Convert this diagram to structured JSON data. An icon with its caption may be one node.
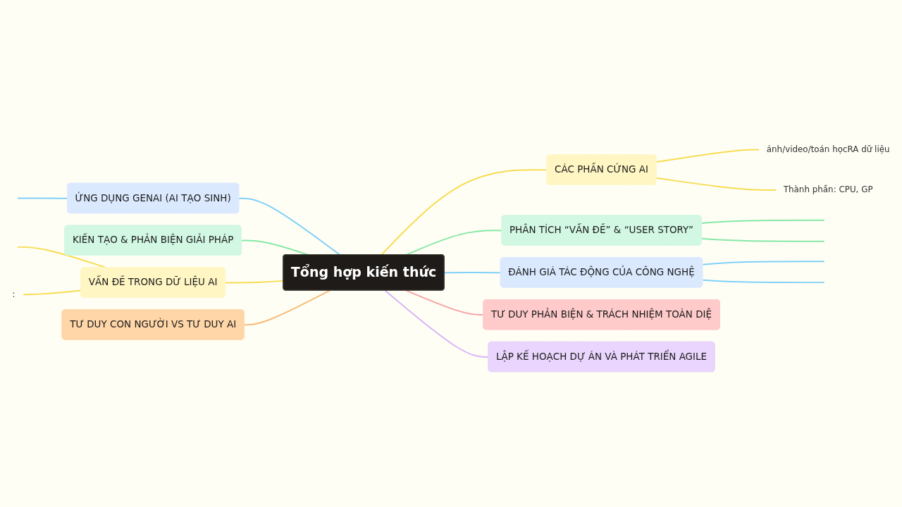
{
  "diagram": {
    "nodes": [
      {
        "text": [
          "Tổng hợp kiến thức"
        ]
      },
      {
        "text": [
          "CÁC PHẦN CỨNG AI"
        ]
      },
      {
        "text": [
          "ảnh/video/toán họcRA dữ liệu"
        ]
      },
      {
        "text": [
          "Thành phần: CPU, GP"
        ]
      },
      {
        "text": [
          "PHÂN TÍCH “VẤN ĐỀ” & “USER STORY”"
        ]
      },
      {
        "text": [
          "ĐÁNH GIÁ TÁC ĐỘNG CỦA CÔNG NGHỆ"
        ]
      },
      {
        "text": [
          "TƯ DUY PHẢN BIỆN & TRÁCH NHIỆM TOÀN DIỆ"
        ]
      },
      {
        "text": [
          "LẬP KẾ HOẠCH DỰ ÁN VÀ PHÁT TRIỂN AGILE"
        ]
      },
      {
        "text": [
          "ỨNG DỤNG GENAI (AI TẠO SINH)"
        ]
      },
      {
        "text": [
          "KIẾN TẠO & PHẢN BIỆN GIẢI PHÁP"
        ]
      },
      {
        "text": [
          "VẤN ĐỀ TRONG DỮ LIỆU AI"
        ]
      },
      {
        "text": [
          ":"
        ]
      },
      {
        "text": [
          "TƯ DUY CON NGƯỜI VS TƯ DUY AI"
        ]
      }
    ],
    "edges": [
      {
        "from": 0,
        "to": 1,
        "arrow": "none",
        "color": "#f7dc52"
      },
      {
        "from": 1,
        "to": 2,
        "arrow": "none",
        "color": "#f7dc52"
      },
      {
        "from": 1,
        "to": 3,
        "arrow": "none",
        "color": "#f7dc52"
      },
      {
        "from": 0,
        "to": 4,
        "arrow": "none",
        "color": "#86e8a6"
      },
      {
        "from": 4,
        "to": null,
        "arrow": "none",
        "color": "#86e8a6"
      },
      {
        "from": 4,
        "to": null,
        "arrow": "none",
        "color": "#86e8a6"
      },
      {
        "from": 0,
        "to": 5,
        "arrow": "none",
        "color": "#80d0f8"
      },
      {
        "from": 5,
        "to": null,
        "arrow": "none",
        "color": "#80d0f8"
      },
      {
        "from": 5,
        "to": null,
        "arrow": "none",
        "color": "#80d0f8"
      },
      {
        "from": 0,
        "to": 6,
        "arrow": "none",
        "color": "#f5a3a3"
      },
      {
        "from": 0,
        "to": 7,
        "arrow": "none",
        "color": "#d7b6f7"
      },
      {
        "from": 0,
        "to": 8,
        "arrow": "none",
        "color": "#80d0f8"
      },
      {
        "from": 8,
        "to": null,
        "arrow": "none",
        "color": "#80d0f8"
      },
      {
        "from": 0,
        "to": 9,
        "arrow": "none",
        "color": "#86e8a6"
      },
      {
        "from": 0,
        "to": 10,
        "arrow": "none",
        "color": "#f7dc52"
      },
      {
        "from": 10,
        "to": null,
        "arrow": "none",
        "color": "#f7dc52"
      },
      {
        "from": 10,
        "to": 11,
        "arrow": "none",
        "color": "#f7dc52"
      },
      {
        "from": 0,
        "to": 12,
        "arrow": "none",
        "color": "#f8bb78"
      }
    ]
  }
}
